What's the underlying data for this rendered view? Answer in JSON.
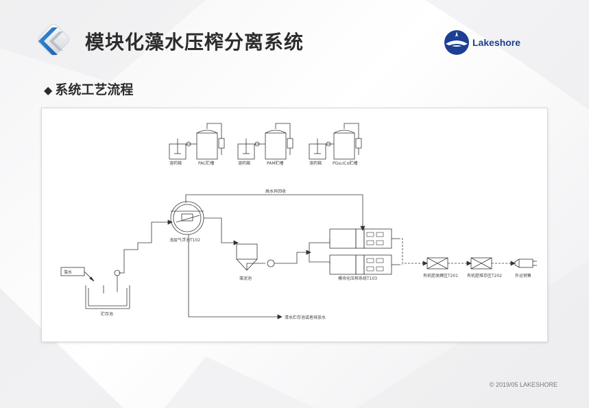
{
  "header": {
    "title": "模块化藻水压榨分离系统",
    "brand_name": "Lakeshore"
  },
  "section": {
    "marker": "◆",
    "title": "系统工艺流程"
  },
  "diagram": {
    "tanks": {
      "pac_mix": "溶药箱",
      "pac_store": "PAC贮槽",
      "pam_mix": "溶药箱",
      "pam_store": "PAM贮槽",
      "pg_mix": "溶药箱",
      "pg_store": "PGα₂ICα贮槽"
    },
    "labels": {
      "backflow": "高水异回收",
      "flotation": "浅层气浮池T102",
      "sedimentation": "藻泥池",
      "algae_water": "藻水",
      "storage": "贮存池",
      "press": "模块化压榨系统T103",
      "fermentation": "有机肥发酵区T201",
      "drying": "有机肥堆存区T202",
      "packing": "外运销售",
      "discharge": "清水贮存池或者排放水"
    }
  },
  "footer": {
    "copyright": "© 2019/05 LAKESHORE"
  }
}
